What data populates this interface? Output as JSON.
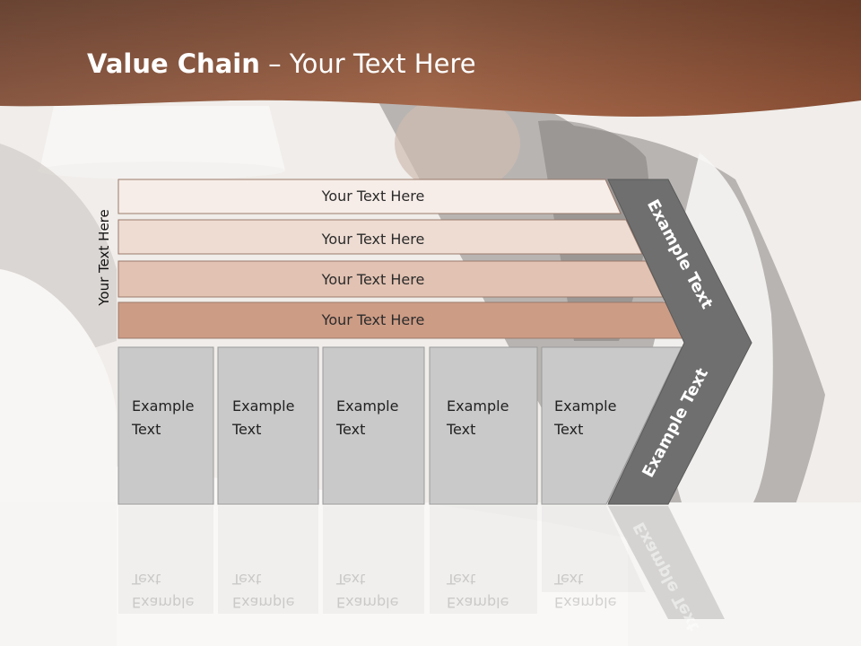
{
  "title": {
    "bold": "Value Chain",
    "rest": " – Your Text Here"
  },
  "side_label": "Your Text Here",
  "bands": [
    {
      "label": "Your Text Here",
      "color": "#f7ede8"
    },
    {
      "label": "Your Text Here",
      "color": "#eedcd2"
    },
    {
      "label": "Your Text Here",
      "color": "#e2c2b2"
    },
    {
      "label": "Your Text Here",
      "color": "#cd9c85"
    }
  ],
  "columns": [
    {
      "label": "Example\nText"
    },
    {
      "label": "Example\nText"
    },
    {
      "label": "Example\nText"
    },
    {
      "label": "Example\nText"
    },
    {
      "label": "Example\nText"
    }
  ],
  "chevron_upper": "Example Text",
  "chevron_lower": "Example Text",
  "colors": {
    "header": "#9a5e42",
    "chevron": "#6f6f6f",
    "column_fill": "#c9c9c9"
  }
}
